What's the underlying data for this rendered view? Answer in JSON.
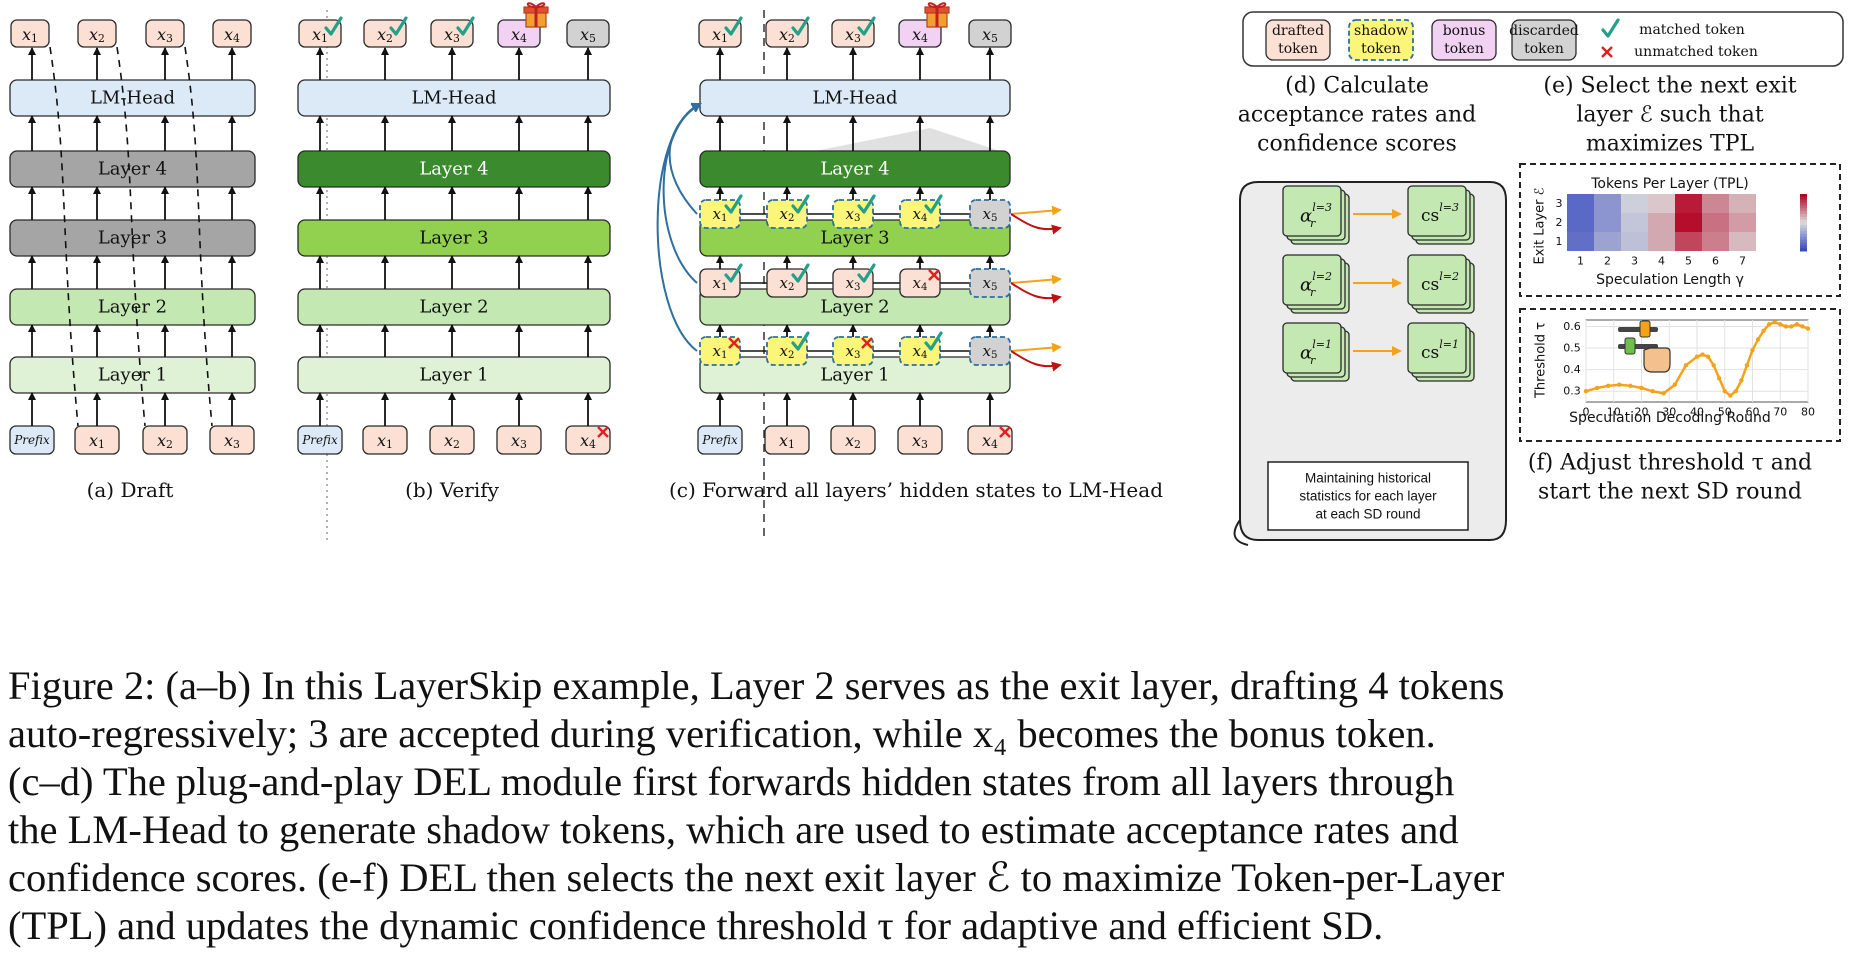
{
  "panel_a": {
    "caption": "(a) Draft",
    "head": "LM-Head",
    "layers": [
      "Layer 4",
      "Layer 3",
      "Layer 2",
      "Layer 1"
    ],
    "outputs": [
      "x1",
      "x2",
      "x3",
      "x4"
    ],
    "inputs": [
      "Prefix",
      "x1",
      "x2",
      "x3"
    ]
  },
  "panel_b": {
    "caption": "(b) Verify",
    "head": "LM-Head",
    "layers": [
      "Layer 4",
      "Layer 3",
      "Layer 2",
      "Layer 1"
    ],
    "outputs": [
      "x1",
      "x2",
      "x3",
      "x4",
      "x5"
    ],
    "inputs": [
      "Prefix",
      "x1",
      "x2",
      "x3",
      "x4"
    ]
  },
  "panel_c": {
    "caption": "(c) Forward all layers’ hidden states to LM-Head",
    "head": "LM-Head",
    "layers": [
      "Layer 4",
      "Layer 3",
      "Layer 2",
      "Layer 1"
    ],
    "outputs": [
      "x1",
      "x2",
      "x3",
      "x4",
      "x5"
    ],
    "inputs": [
      "Prefix",
      "x1",
      "x2",
      "x3",
      "x4"
    ],
    "row_l3": [
      "x1",
      "x2",
      "x3",
      "x4",
      "x5"
    ],
    "row_l2": [
      "x1",
      "x2",
      "x3",
      "x4",
      "x5"
    ],
    "row_l1": [
      "x1",
      "x2",
      "x3",
      "x4",
      "x5"
    ]
  },
  "legend": {
    "drafted": [
      "drafted",
      "token"
    ],
    "shadow": [
      "shadow",
      "token"
    ],
    "bonus": [
      "bonus",
      "token"
    ],
    "discarded": [
      "discarded",
      "token"
    ],
    "matched": "matched token",
    "unmatched": "unmatched token"
  },
  "panel_d": {
    "caption": [
      "(d) Calculate",
      "acceptance rates and",
      "confidence scores"
    ],
    "note": [
      "Maintaining historical",
      "statistics for each layer",
      "at each SD round"
    ],
    "alpha_rows": [
      "l=3",
      "l=2",
      "l=1"
    ]
  },
  "panel_e": {
    "caption": [
      "(e) Select the next exit",
      "layer ℰ such that",
      "maximizes TPL"
    ]
  },
  "panel_f": {
    "caption": [
      "(f) Adjust threshold τ and",
      "start the next SD round"
    ]
  },
  "colors": {
    "draft": "#fbe0d3",
    "shadow": "#fbf57a",
    "bonus": "#f2d2f2",
    "discarded": "#d2d2d2",
    "lmhead": "#dceaf7",
    "layer_gray": "#a5a5a5",
    "layer1": "#dff2d5",
    "layer2": "#c3e8b1",
    "layer3": "#92d050",
    "layer4": "#3b8b2e",
    "check": "#23a08a",
    "cross": "#e02020",
    "blue_arrow": "#2e6f9e",
    "curve": "#f5a21b"
  },
  "chart_data": [
    {
      "type": "heatmap",
      "title": "Tokens Per Layer (TPL)",
      "xlabel": "Speculation Length γ",
      "ylabel": "Exit Layer ℰ",
      "x": [
        1,
        2,
        3,
        4,
        5,
        6,
        7
      ],
      "y": [
        3,
        2,
        1
      ],
      "colorscale": "coolwarm",
      "values": [
        [
          0.1,
          0.25,
          0.45,
          0.55,
          0.95,
          0.7,
          0.6
        ],
        [
          0.1,
          0.25,
          0.42,
          0.62,
          0.98,
          0.75,
          0.65
        ],
        [
          0.12,
          0.3,
          0.4,
          0.62,
          0.85,
          0.72,
          0.58
        ]
      ]
    },
    {
      "type": "line",
      "xlabel": "Speculation Decoding Round",
      "ylabel": "Threshold τ",
      "xticks": [
        0,
        10,
        20,
        30,
        40,
        50,
        60,
        70,
        80
      ],
      "yticks": [
        0.3,
        0.4,
        0.5,
        0.6
      ],
      "xlim": [
        0,
        80
      ],
      "ylim": [
        0.25,
        0.63
      ],
      "grid": true,
      "series": [
        {
          "x": [
            0,
            4,
            8,
            12,
            16,
            20,
            24,
            28,
            32,
            36,
            40,
            42,
            44,
            46,
            48,
            50,
            52,
            54,
            56,
            58,
            60,
            62,
            64,
            66,
            68,
            70,
            72,
            74,
            76,
            78,
            80
          ],
          "y": [
            0.3,
            0.315,
            0.325,
            0.33,
            0.325,
            0.315,
            0.3,
            0.29,
            0.33,
            0.42,
            0.46,
            0.47,
            0.46,
            0.42,
            0.36,
            0.3,
            0.28,
            0.3,
            0.35,
            0.42,
            0.49,
            0.54,
            0.58,
            0.61,
            0.62,
            0.61,
            0.6,
            0.6,
            0.61,
            0.6,
            0.59
          ]
        }
      ]
    }
  ],
  "caption": {
    "lines": [
      "Figure 2: (a–b) In this LayerSkip example, Layer 2 serves as the exit layer, drafting 4 tokens",
      "auto-regressively; 3 are accepted during verification, while x₄ becomes the bonus token.",
      "(c–d) The plug-and-play DEL module first forwards hidden states from all layers through",
      "the LM-Head to generate shadow tokens, which are used to estimate acceptance rates and",
      "confidence scores. (e-f) DEL then selects the next exit layer ℰ to maximize Token-per-Layer",
      "(TPL) and updates the dynamic confidence threshold τ for adaptive and efficient SD."
    ]
  }
}
